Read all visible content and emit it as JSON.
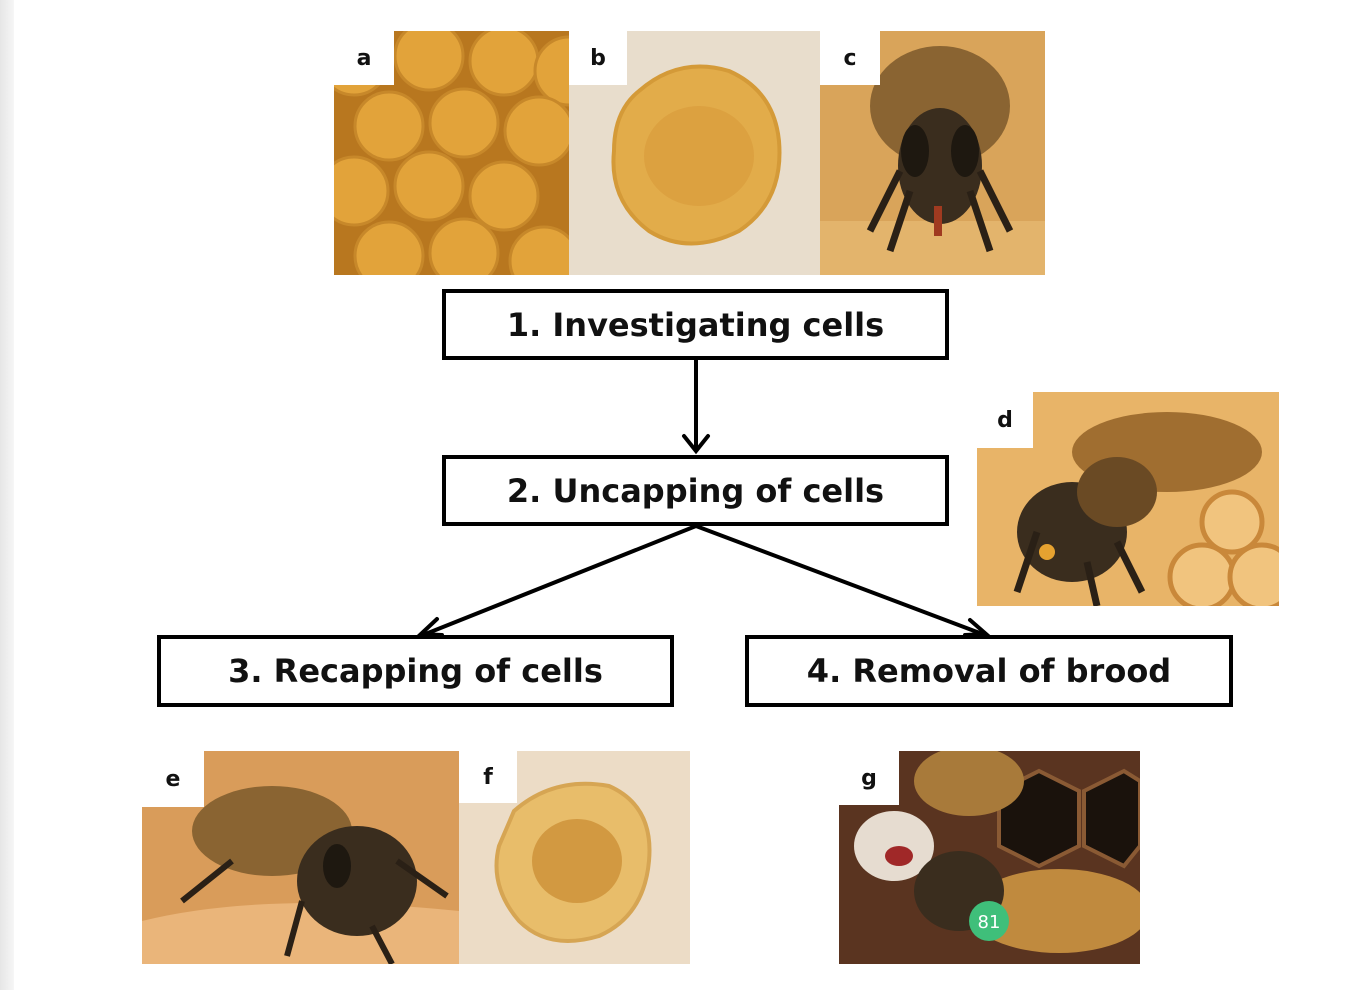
{
  "panels": {
    "a": "a",
    "b": "b",
    "c": "c",
    "d": "d",
    "e": "e",
    "f": "f",
    "g": "g"
  },
  "steps": [
    {
      "label": "1. Investigating cells"
    },
    {
      "label": "2. Uncapping of cells"
    },
    {
      "label": "3. Recapping of cells"
    },
    {
      "label": "4. Removal of brood"
    }
  ],
  "marker_tag": {
    "text": "81",
    "color": "#3fbf7a"
  },
  "colors": {
    "wax": "#d9a23e",
    "wax_light": "#efc36a",
    "bee_dark": "#3a2d1e",
    "bee_body": "#b07a2e",
    "background_tan": "#e8ddcc"
  }
}
